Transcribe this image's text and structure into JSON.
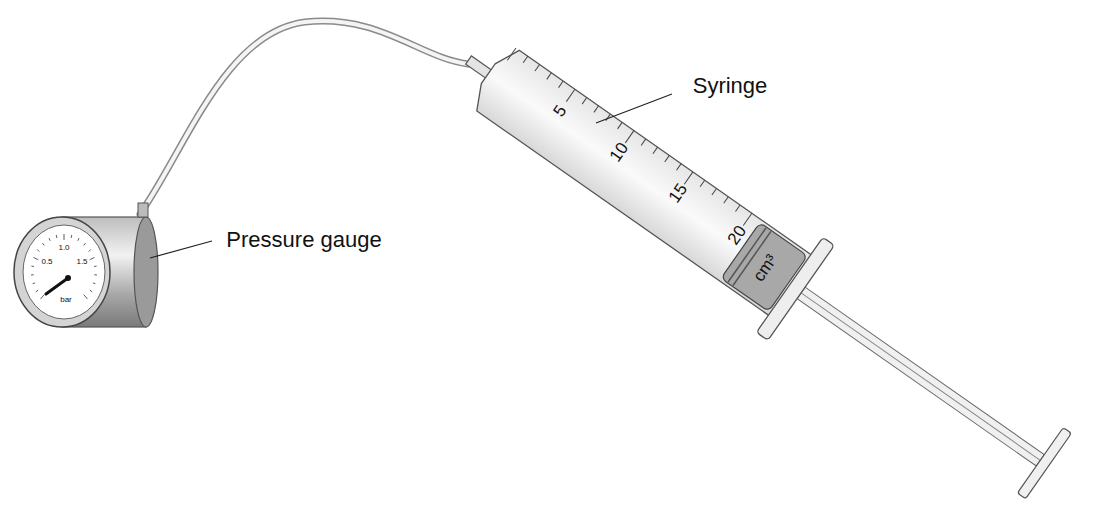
{
  "diagram": {
    "labels": [
      "Syringe",
      "Pressure gauge",
      "5",
      "10",
      "15",
      "20",
      "cm³",
      "0.5",
      "1.0",
      "1.5",
      "bar"
    ]
  }
}
